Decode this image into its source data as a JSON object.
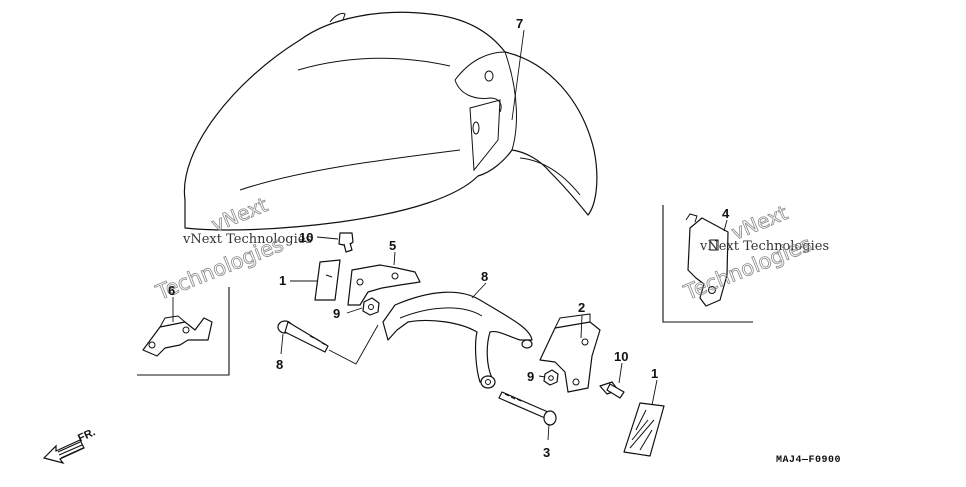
{
  "diagram": {
    "drawing_code": "MAJ4—F0900",
    "front_marker": "FR.",
    "watermark": {
      "line1": "vNext Technologies",
      "line2": "vNext",
      "line3": "Technologies"
    },
    "callouts": [
      "1",
      "1",
      "2",
      "3",
      "4",
      "5",
      "6",
      "7",
      "8",
      "8",
      "9",
      "9",
      "10",
      "10"
    ]
  }
}
